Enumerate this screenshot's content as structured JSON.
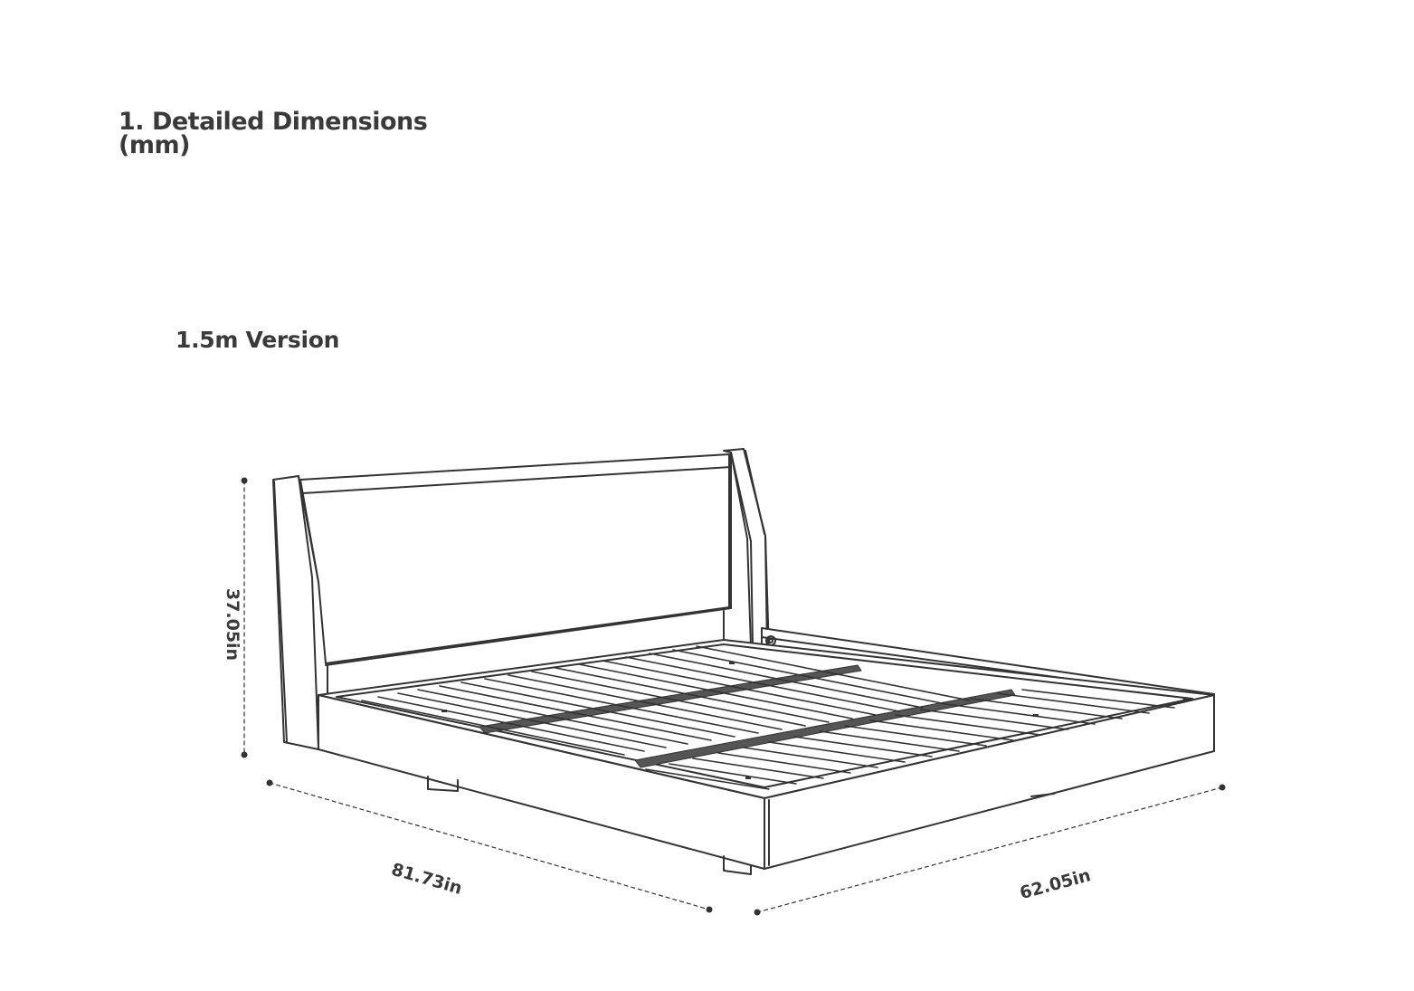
{
  "heading": {
    "line1": "1. Detailed Dimensions",
    "line2": "(mm)"
  },
  "version_label": "1.5m Version",
  "dimensions": {
    "height": "37.05in",
    "length": "81.73in",
    "width": "62.05in"
  },
  "colors": {
    "line": "#333333",
    "text": "#3a3a3a",
    "background": "#ffffff"
  }
}
